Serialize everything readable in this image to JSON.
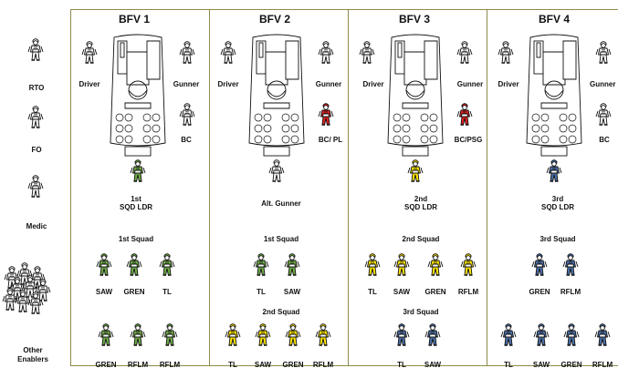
{
  "colors": {
    "neutral": "#ffffff",
    "first": "#70ad47",
    "second": "#ffe600",
    "third": "#4a6fa8",
    "leader": "#e02020",
    "panel_border": "#8c8a4a"
  },
  "enablers": {
    "rto": "RTO",
    "fo": "FO",
    "medic": "Medic",
    "other_line1": "Other",
    "other_line2": "Enablers"
  },
  "vehicles": [
    {
      "title": "BFV 1",
      "driver": "Driver",
      "gunner": "Gunner",
      "commander": "BC",
      "commander_color": "neutral",
      "rear_line1": "1st",
      "rear_line2": "SQD LDR",
      "rear_color": "first",
      "squads": [
        {
          "title": "1st Squad",
          "color": "first",
          "members": [
            "SAW",
            "GREN",
            "TL"
          ]
        },
        {
          "title": "",
          "color": "first",
          "members": [
            "GREN",
            "RFLM",
            "RFLM"
          ]
        }
      ]
    },
    {
      "title": "BFV 2",
      "driver": "Driver",
      "gunner": "Gunner",
      "commander": "BC/ PL",
      "commander_color": "leader",
      "rear_line1": "Alt. Gunner",
      "rear_line2": "",
      "rear_color": "neutral",
      "squads": [
        {
          "title": "1st Squad",
          "color": "first",
          "members": [
            "TL",
            "SAW"
          ]
        },
        {
          "title": "2nd Squad",
          "color": "second",
          "members": [
            "TL",
            "SAW",
            "GREN",
            "RFLM"
          ]
        }
      ]
    },
    {
      "title": "BFV 3",
      "driver": "Driver",
      "gunner": "Gunner",
      "commander": "BC/PSG",
      "commander_color": "leader",
      "rear_line1": "2nd",
      "rear_line2": "SQD LDR",
      "rear_color": "second",
      "squads": [
        {
          "title": "2nd Squad",
          "color": "second",
          "members": [
            "TL",
            "SAW",
            "GREN",
            "RFLM"
          ]
        },
        {
          "title": "3rd Squad",
          "color": "third",
          "members": [
            "TL",
            "SAW"
          ]
        }
      ]
    },
    {
      "title": "BFV 4",
      "driver": "Driver",
      "gunner": "Gunner",
      "commander": "BC",
      "commander_color": "neutral",
      "rear_line1": "3rd",
      "rear_line2": "SQD LDR",
      "rear_color": "third",
      "squads": [
        {
          "title": "3rd Squad",
          "color": "third",
          "members": [
            "GREN",
            "RFLM"
          ]
        },
        {
          "title": "",
          "color": "third",
          "members": [
            "TL",
            "SAW",
            "GREN",
            "RFLM"
          ]
        }
      ]
    }
  ]
}
